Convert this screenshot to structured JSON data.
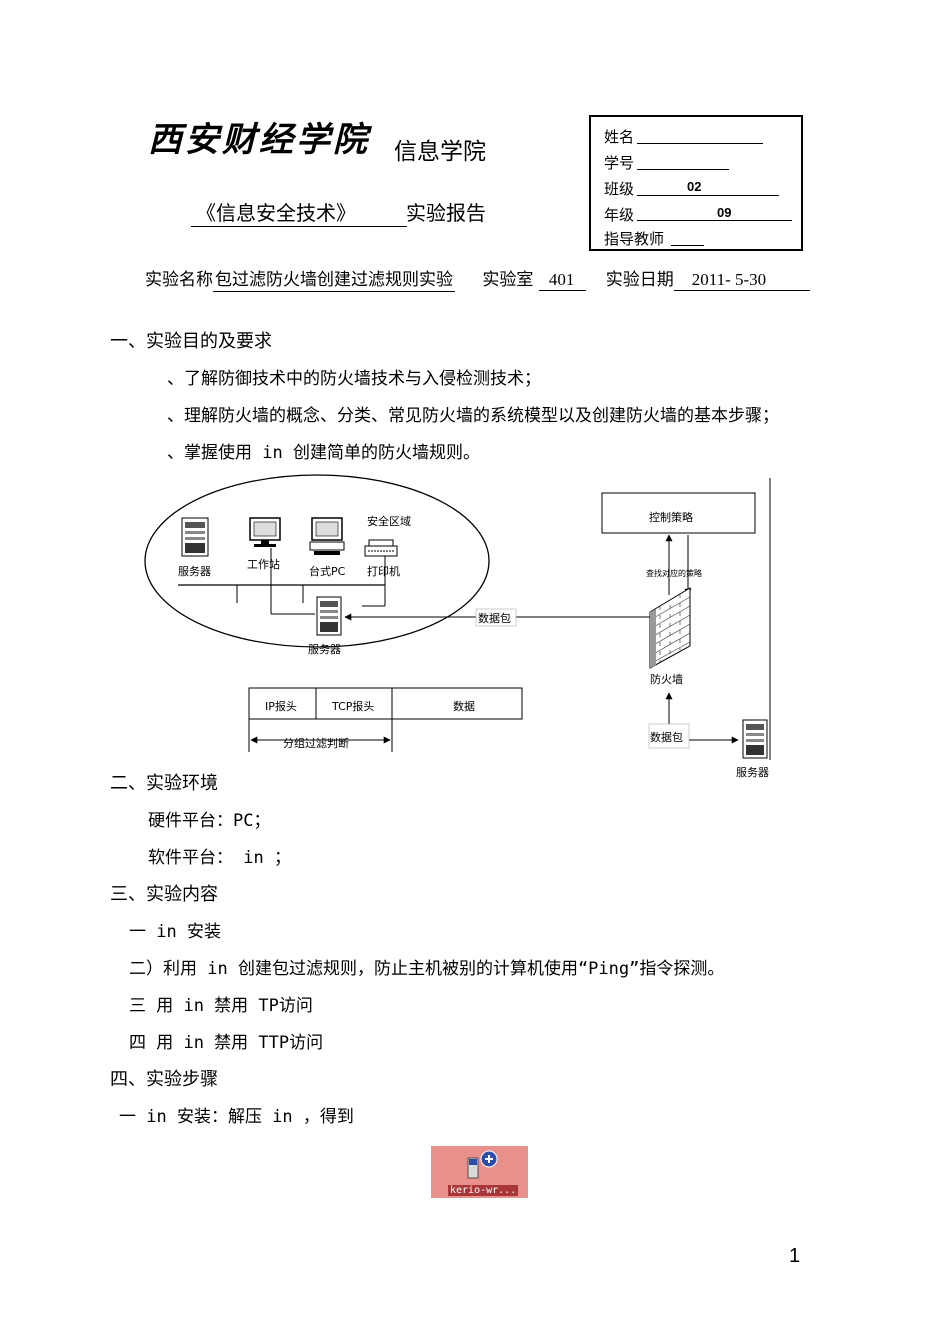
{
  "header": {
    "school": "西安财经学院",
    "department": "信息学院",
    "course": "《信息安全技术》",
    "report_type": "实验报告"
  },
  "student_info": {
    "name_label": "姓名",
    "id_label": "学号",
    "class_label": "班级",
    "class_value": "02",
    "grade_label": "年级",
    "grade_value": "09",
    "teacher_label": "指导教师"
  },
  "meta": {
    "exp_name_label": "实验名称",
    "exp_name_value": "包过滤防火墙创建过滤规则实验",
    "lab_label": "实验室",
    "lab_value": "401",
    "date_label": "实验日期",
    "date_value": "2011- 5-30"
  },
  "section1": {
    "title": "一、实验目的及要求",
    "items": [
      "、了解防御技术中的防火墙技术与入侵检测技术；",
      "、理解防火墙的概念、分类、常见防火墙的系统模型以及创建防火墙的基本步骤；",
      "、掌握使用    in       创建简单的防火墙规则。"
    ]
  },
  "diagram": {
    "security_zone": "安全区域",
    "server": "服务器",
    "workstation": "工作站",
    "desktop": "台式PC",
    "printer": "打印机",
    "inner_server": "服务器",
    "packet1": "数据包",
    "control_policy": "控制策略",
    "lookup_policy": "查找对应的策略",
    "firewall": "防火墙",
    "packet2": "数据包",
    "outer_server": "服务器",
    "ip_header": "IP报头",
    "tcp_header": "TCP报头",
    "data": "数据",
    "filter_judge": "分组过滤判断"
  },
  "section2": {
    "title": "二、实验环境",
    "hardware": "硬件平台：PC；",
    "software": "软件平台：    in         ；"
  },
  "section3": {
    "title": "三、实验内容",
    "items": [
      "一        in      安装",
      "二）利用    in       创建包过滤规则，防止主机被别的计算机使用“Ping”指令探测。",
      "三    用     in       禁用    TP访问",
      "四    用     in       禁用    TTP访问"
    ]
  },
  "section4": {
    "title": "四、实验步骤",
    "step1": "一        in      安装：解压    in       ，得到"
  },
  "installer": {
    "label": "kerio-wr..."
  },
  "page_number": "1"
}
